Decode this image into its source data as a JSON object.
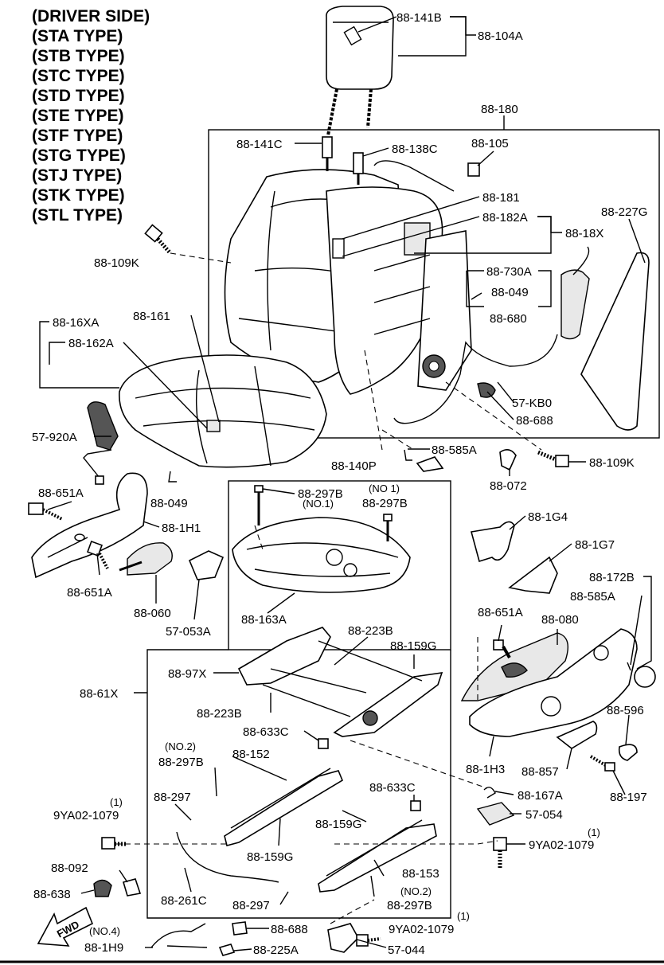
{
  "types": [
    "(DRIVER SIDE)",
    "(STA TYPE)",
    "(STB TYPE)",
    "(STC TYPE)",
    "(STD TYPE)",
    "(STE TYPE)",
    "(STF TYPE)",
    "(STG TYPE)",
    "(STJ TYPE)",
    "(STK TYPE)",
    "(STL TYPE)"
  ],
  "labels": {
    "p88_141B": "88-141B",
    "p88_104A": "88-104A",
    "p88_180": "88-180",
    "p88_141C": "88-141C",
    "p88_138C": "88-138C",
    "p88_105": "88-105",
    "p88_181": "88-181",
    "p88_182A": "88-182A",
    "p88_18X": "88-18X",
    "p88_227G": "88-227G",
    "p88_109K_a": "88-109K",
    "p88_730A": "88-730A",
    "p88_049_a": "88-049",
    "p88_680": "88-680",
    "p88_16XA": "88-16XA",
    "p88_161": "88-161",
    "p88_162A": "88-162A",
    "p57_KB0": "57-KB0",
    "p88_688_a": "88-688",
    "p57_920A": "57-920A",
    "p88_585A_a": "88-585A",
    "p88_140P": "88-140P",
    "p88_109K_b": "88-109K",
    "p88_072": "88-072",
    "p88_651A_a": "88-651A",
    "p88_049_b": "88-049",
    "p88_1H1": "88-1H1",
    "p88_297B_a": "88-297B",
    "no1_a": "(NO.1)",
    "no1_b": "(NO 1)",
    "p88_297B_b": "88-297B",
    "p88_1G4": "88-1G4",
    "p88_1G7": "88-1G7",
    "p88_651A_b": "88-651A",
    "p88_060": "88-060",
    "p57_053A": "57-053A",
    "p88_163A": "88-163A",
    "p88_172B": "88-172B",
    "p88_585A_b": "88-585A",
    "p88_651A_c": "88-651A",
    "p88_080": "88-080",
    "p88_223B_a": "88-223B",
    "p88_159G_a": "88-159G",
    "p88_97X": "88-97X",
    "p88_61X": "88-61X",
    "p88_223B_b": "88-223B",
    "p88_633C_a": "88-633C",
    "p88_596": "88-596",
    "no2_a": "(NO.2)",
    "p88_297B_c": "88-297B",
    "p88_152": "88-152",
    "p88_1H3": "88-1H3",
    "p88_857": "88-857",
    "p88_197": "88-197",
    "n1_a": "(1)",
    "p9YA02_a": "9YA02-1079",
    "p88_297_a": "88-297",
    "p88_633C_b": "88-633C",
    "p88_167A": "88-167A",
    "p88_159G_b": "88-159G",
    "p57_054": "57-054",
    "n1_b": "(1)",
    "p9YA02_b": "9YA02-1079",
    "p88_159G_c": "88-159G",
    "p88_092": "88-092",
    "p88_153": "88-153",
    "p88_638": "88-638",
    "p88_261C": "88-261C",
    "p88_297_b": "88-297",
    "no2_b": "(NO.2)",
    "p88_297B_d": "88-297B",
    "n1_c": "(1)",
    "p9YA02_c": "9YA02-1079",
    "fwd": "FWD",
    "no4": "(NO.4)",
    "p88_1H9": "88-1H9",
    "p88_688_b": "88-688",
    "p88_225A": "88-225A",
    "p57_044": "57-044"
  }
}
